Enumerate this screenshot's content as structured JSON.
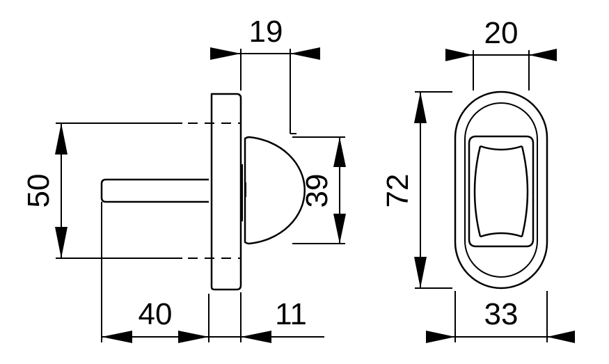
{
  "dimensions": {
    "top_width": "19",
    "rosette_width": "20",
    "left_height": "50",
    "knob_height": "39",
    "rosette_height": "72",
    "spindle_length": "40",
    "knob_depth": "11",
    "rosette_depth": "33"
  }
}
